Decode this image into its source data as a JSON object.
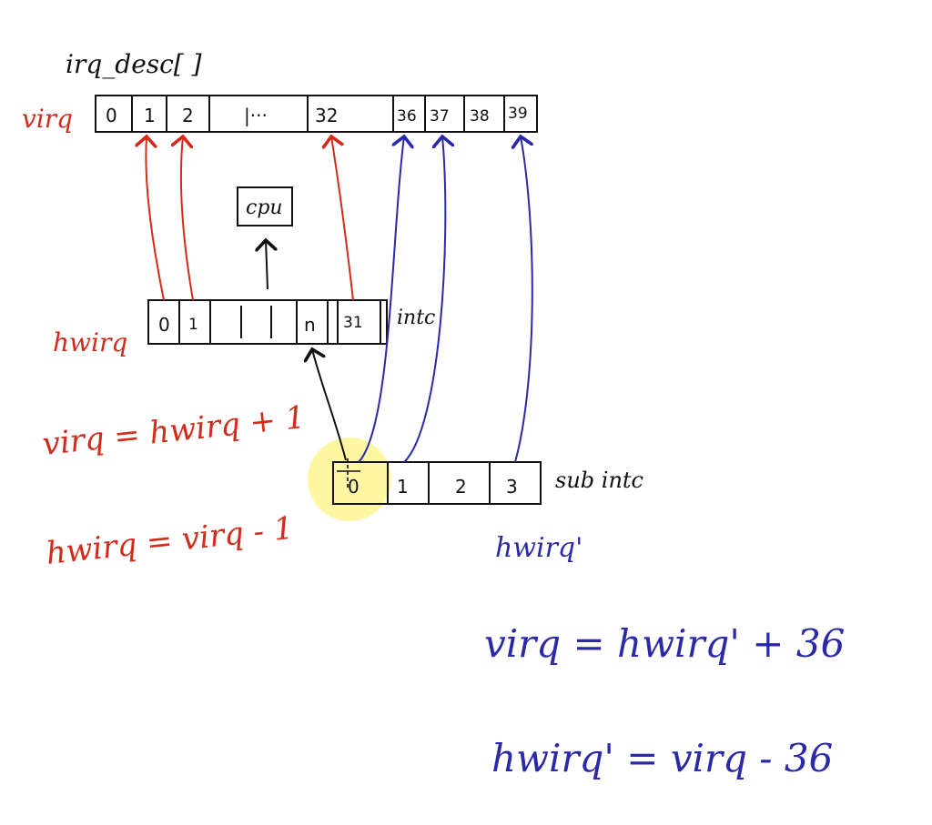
{
  "array_title": "irq_desc[ ]",
  "label_virq": "virq",
  "label_hwirq": "hwirq",
  "cpu_label": "cpu",
  "intc_label": "intc",
  "subintc_label": "sub intc",
  "label_hwirq_prime": "hwirq'",
  "virq_cells": [
    "0",
    "1",
    "2",
    "|···",
    "32",
    "36",
    "37",
    "38",
    "39"
  ],
  "hwirq_cells": [
    "0",
    "1",
    "n",
    "31"
  ],
  "sub_cells": [
    "0",
    "1",
    "2",
    "3"
  ],
  "formulas_red": [
    "virq = hwirq + 1",
    "hwirq = virq - 1"
  ],
  "formulas_blue": [
    "virq = hwirq' + 36",
    "hwirq' = virq - 36"
  ],
  "colors": {
    "red": "#d42a1a",
    "blue": "#2a2aa8",
    "ink": "#111111",
    "highlight": "#fff59a"
  }
}
